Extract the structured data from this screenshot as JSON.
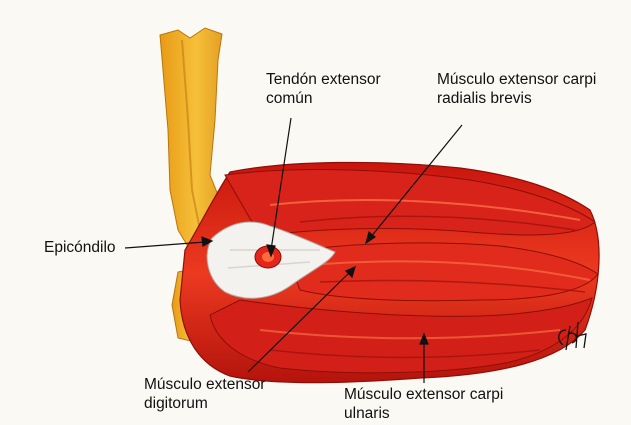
{
  "labels": {
    "tendon": [
      "Tendón extensor",
      "común"
    ],
    "ecrb": [
      "Músculo extensor carpi",
      "radialis brevis"
    ],
    "epicondyle": [
      "Epicóndilo"
    ],
    "digitorum": [
      "Músculo extensor",
      "digitorum"
    ],
    "ecu": [
      "Músculo extensor carpi",
      "ulnaris"
    ]
  },
  "colors": {
    "bone": "#f0b02a",
    "bone_shadow": "#d4901a",
    "muscle": "#e0261a",
    "muscle_dark": "#a5120c",
    "muscle_light": "#ff6a3a",
    "tendon": "#f4f2ef",
    "background": "#fbf9f4"
  },
  "signature": "CPH"
}
